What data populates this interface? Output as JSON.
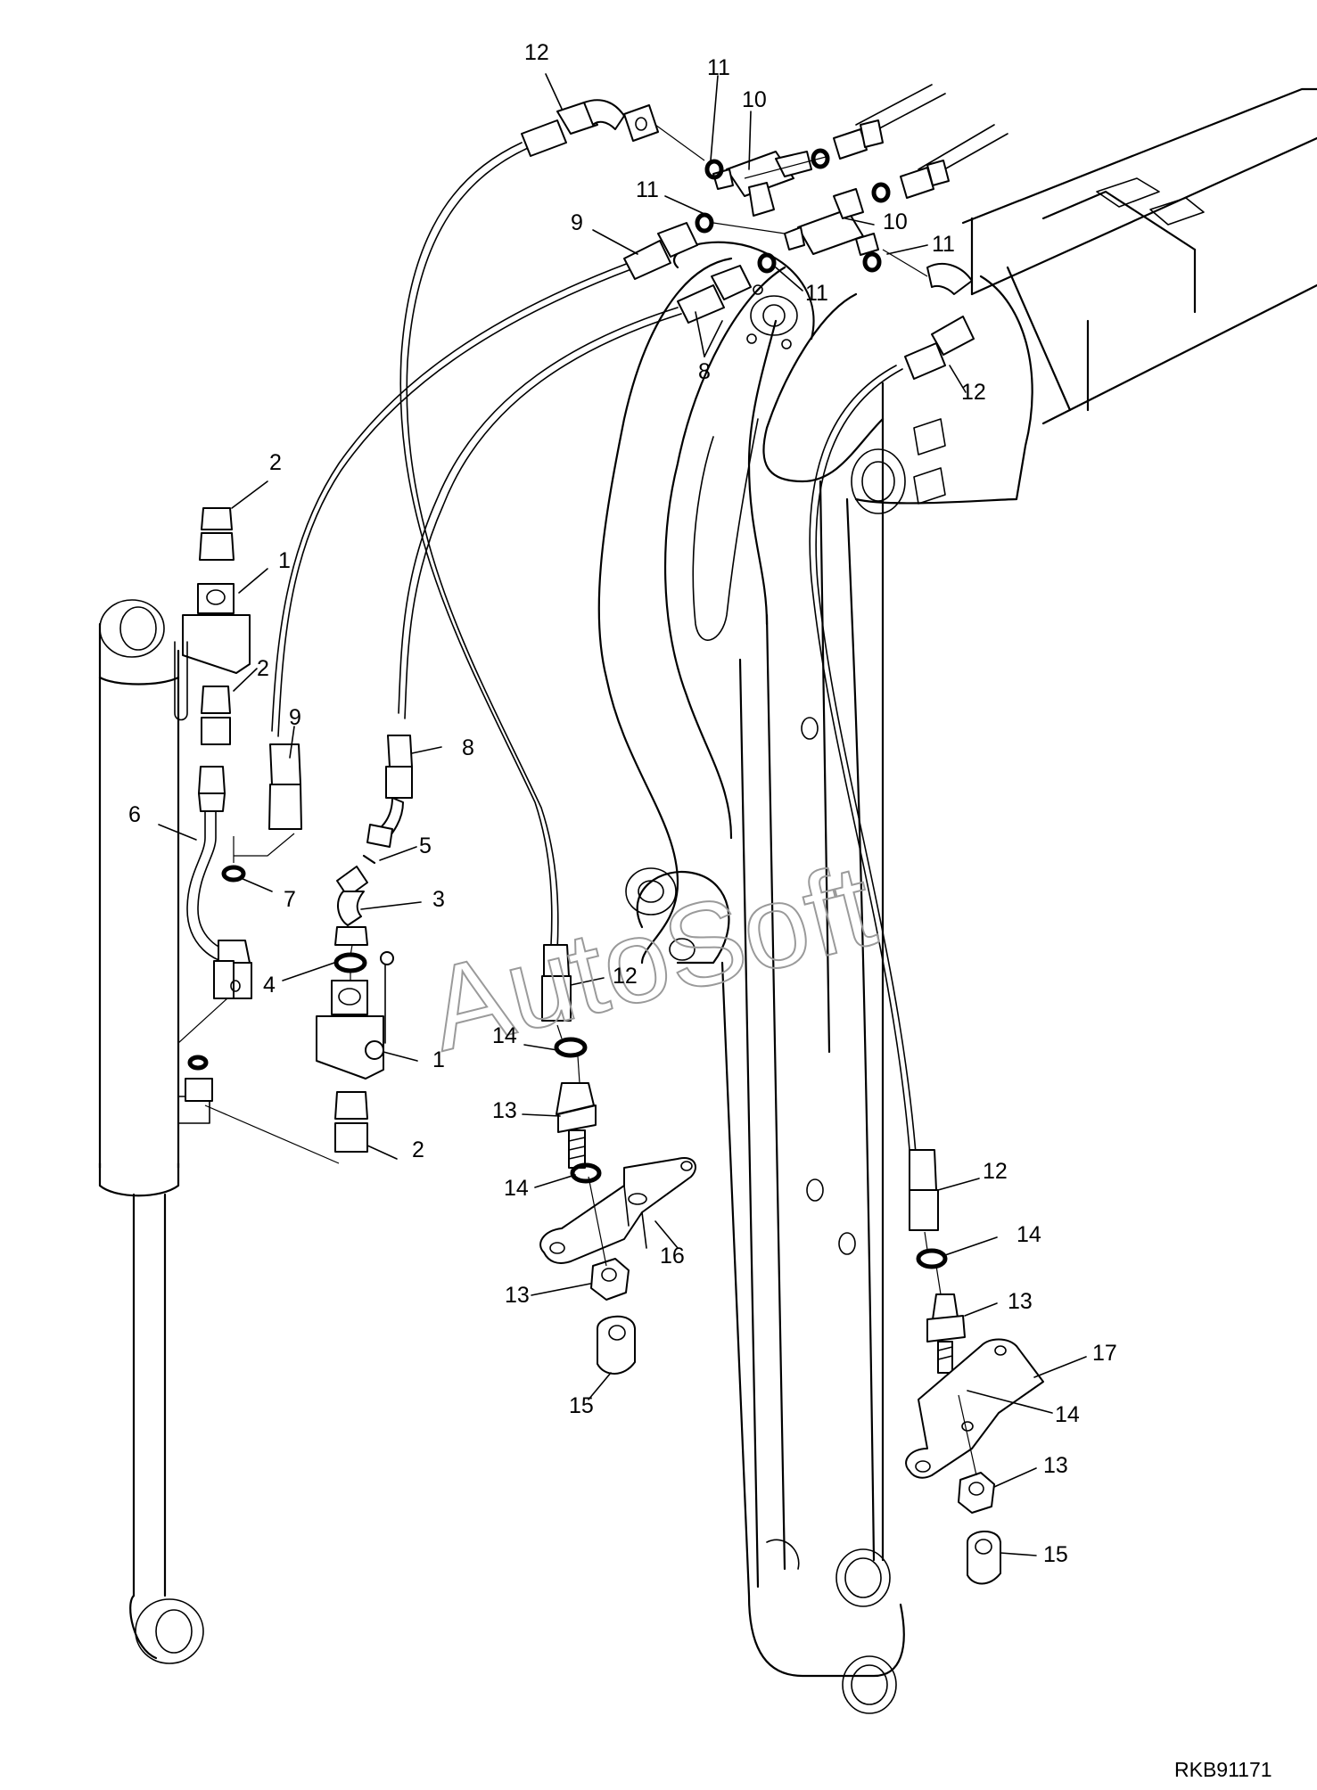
{
  "drawing_ref": "RKB91171",
  "watermark": "AutoSoft",
  "callouts": [
    {
      "num": "12"
    },
    {
      "num": "11"
    },
    {
      "num": "10"
    },
    {
      "num": "11"
    },
    {
      "num": "10"
    },
    {
      "num": "11"
    },
    {
      "num": "9"
    },
    {
      "num": "11"
    },
    {
      "num": "8"
    },
    {
      "num": "12"
    },
    {
      "num": "2"
    },
    {
      "num": "1"
    },
    {
      "num": "2"
    },
    {
      "num": "9"
    },
    {
      "num": "8"
    },
    {
      "num": "6"
    },
    {
      "num": "5"
    },
    {
      "num": "7"
    },
    {
      "num": "3"
    },
    {
      "num": "4"
    },
    {
      "num": "12"
    },
    {
      "num": "1"
    },
    {
      "num": "14"
    },
    {
      "num": "13"
    },
    {
      "num": "2"
    },
    {
      "num": "14"
    },
    {
      "num": "16"
    },
    {
      "num": "13"
    },
    {
      "num": "15"
    },
    {
      "num": "12"
    },
    {
      "num": "14"
    },
    {
      "num": "13"
    },
    {
      "num": "17"
    },
    {
      "num": "14"
    },
    {
      "num": "13"
    },
    {
      "num": "15"
    }
  ]
}
